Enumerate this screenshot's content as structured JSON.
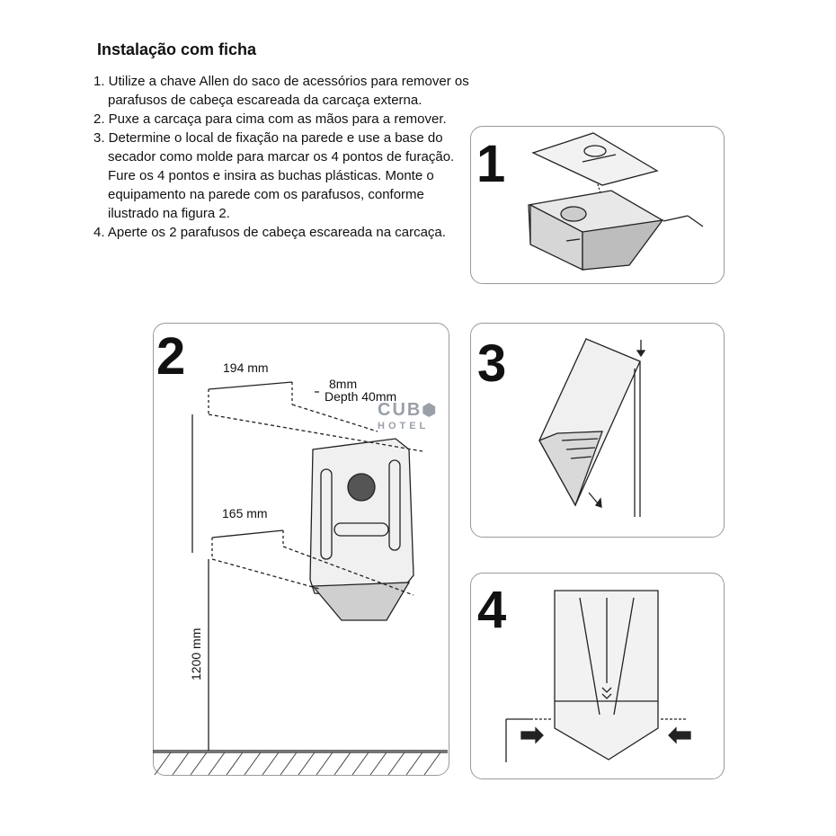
{
  "title": "Instalação com ficha",
  "steps": [
    "1. Utilize a chave Allen do saco de acessórios para remover os parafusos de cabeça escareada da carcaça externa.",
    "2. Puxe a carcaça para cima com as mãos para a remover.",
    "3. Determine o local de fixação na parede e use a base do secador como molde para marcar os 4 pontos de furação. Fure os 4 pontos e insira as buchas plásticas. Monte o equipamento na parede com os parafusos, conforme ilustrado na figura 2.",
    "4. Aperte os 2 parafusos de cabeça escareada na carcaça."
  ],
  "figures": {
    "fig1": {
      "number": "1"
    },
    "fig2": {
      "number": "2",
      "width_top": "194 mm",
      "hole_size": "8mm",
      "hole_depth": "Depth 40mm",
      "width_bottom": "165 mm",
      "height": "1200 mm"
    },
    "fig3": {
      "number": "3"
    },
    "fig4": {
      "number": "4"
    }
  },
  "watermark": {
    "line1": "CUB",
    "line2": "HOTEL"
  }
}
